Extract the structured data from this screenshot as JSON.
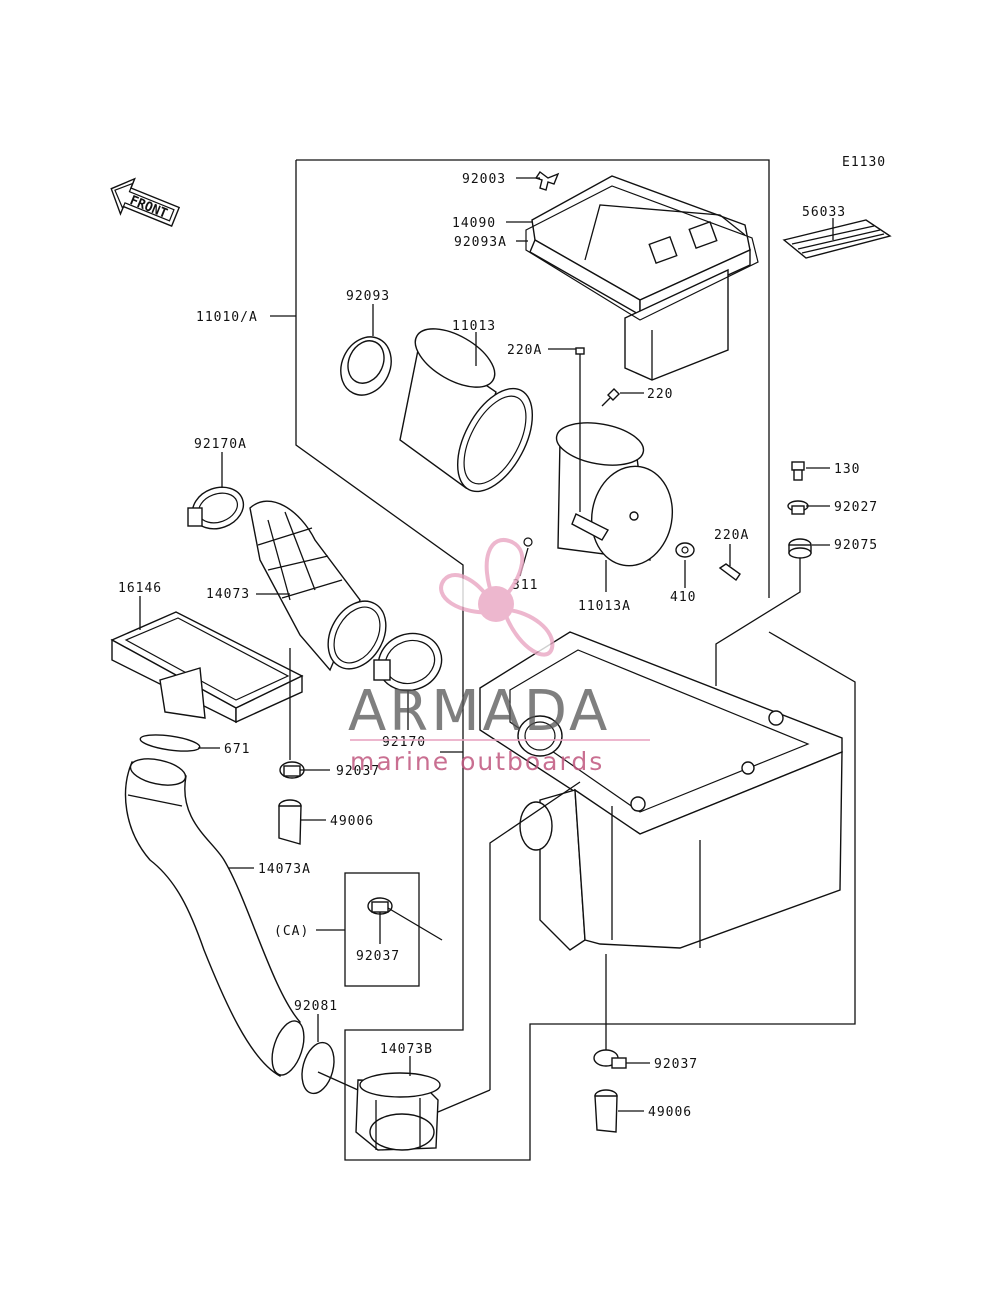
{
  "diagram_code": "E1130",
  "front_label": "FRONT",
  "parts": [
    {
      "id": "p92003",
      "label": "92003"
    },
    {
      "id": "p14090",
      "label": "14090"
    },
    {
      "id": "p92093A",
      "label": "92093A"
    },
    {
      "id": "p56033",
      "label": "56033"
    },
    {
      "id": "p11010A",
      "label": "11010/A"
    },
    {
      "id": "p92093",
      "label": "92093"
    },
    {
      "id": "p11013",
      "label": "11013"
    },
    {
      "id": "p220A_top",
      "label": "220A"
    },
    {
      "id": "p220",
      "label": "220"
    },
    {
      "id": "p92170A",
      "label": "92170A"
    },
    {
      "id": "p130",
      "label": "130"
    },
    {
      "id": "p92027",
      "label": "92027"
    },
    {
      "id": "p92075",
      "label": "92075"
    },
    {
      "id": "p220A_side",
      "label": "220A"
    },
    {
      "id": "p311",
      "label": "311"
    },
    {
      "id": "p410",
      "label": "410"
    },
    {
      "id": "p11013A",
      "label": "11013A"
    },
    {
      "id": "p16146",
      "label": "16146"
    },
    {
      "id": "p14073",
      "label": "14073"
    },
    {
      "id": "p92170",
      "label": "92170"
    },
    {
      "id": "p671",
      "label": "671"
    },
    {
      "id": "p92037_a",
      "label": "92037"
    },
    {
      "id": "p49006_a",
      "label": "49006"
    },
    {
      "id": "p14073A",
      "label": "14073A"
    },
    {
      "id": "pCA",
      "label": "(CA)"
    },
    {
      "id": "p92037_ca",
      "label": "92037"
    },
    {
      "id": "p92081",
      "label": "92081"
    },
    {
      "id": "p14073B",
      "label": "14073B"
    },
    {
      "id": "p92037_b",
      "label": "92037"
    },
    {
      "id": "p49006_b",
      "label": "49006"
    }
  ],
  "watermark": {
    "title": "ARMADA",
    "subtitle": "marine outboards",
    "colors": {
      "logo": "#e9a6c2",
      "logo_dark": "#c0567e",
      "text": "#555555"
    }
  }
}
